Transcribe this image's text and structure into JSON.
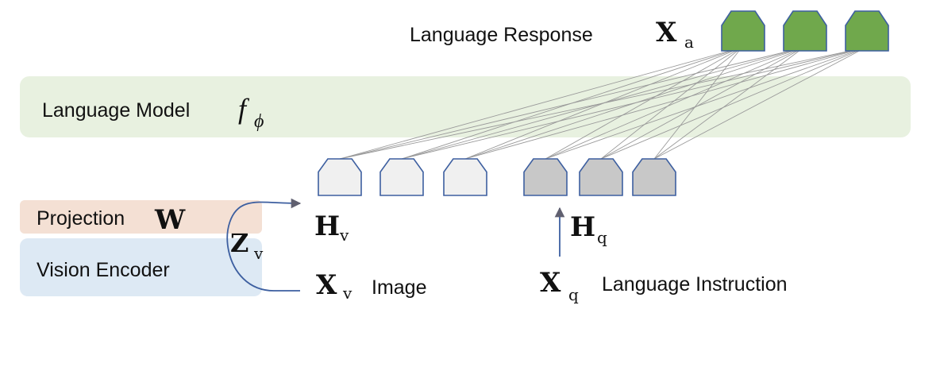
{
  "colors": {
    "language_model_band": "#e8f1e0",
    "projection_box": "#f4e0d4",
    "vision_encoder_box": "#dde9f4",
    "response_token_fill": "#70a84c",
    "response_token_stroke": "#3d5fa0",
    "image_token_fill": "#f0f0f0",
    "image_token_stroke": "#3d5fa0",
    "instruction_token_fill": "#c8c8c8",
    "instruction_token_stroke": "#3d5fa0",
    "connection_line": "#9a9a9a",
    "arrow": "#606070"
  },
  "language_response": {
    "label": "Language Response",
    "symbol": "X",
    "subscript": "a",
    "token_count": 3
  },
  "language_model": {
    "label": "Language Model",
    "symbol": "f",
    "subscript": "ϕ"
  },
  "image_tokens": {
    "symbol": "H",
    "subscript": "v",
    "token_count": 3
  },
  "instruction_tokens": {
    "symbol": "H",
    "subscript": "q",
    "token_count": 3
  },
  "projection": {
    "label": "Projection",
    "symbol": "W"
  },
  "vision_encoder": {
    "label": "Vision Encoder"
  },
  "vision_features": {
    "symbol": "Z",
    "subscript": "v"
  },
  "image_input": {
    "symbol": "X",
    "subscript": "v",
    "label": "Image"
  },
  "instruction_input": {
    "symbol": "X",
    "subscript": "q",
    "label": "Language Instruction"
  }
}
